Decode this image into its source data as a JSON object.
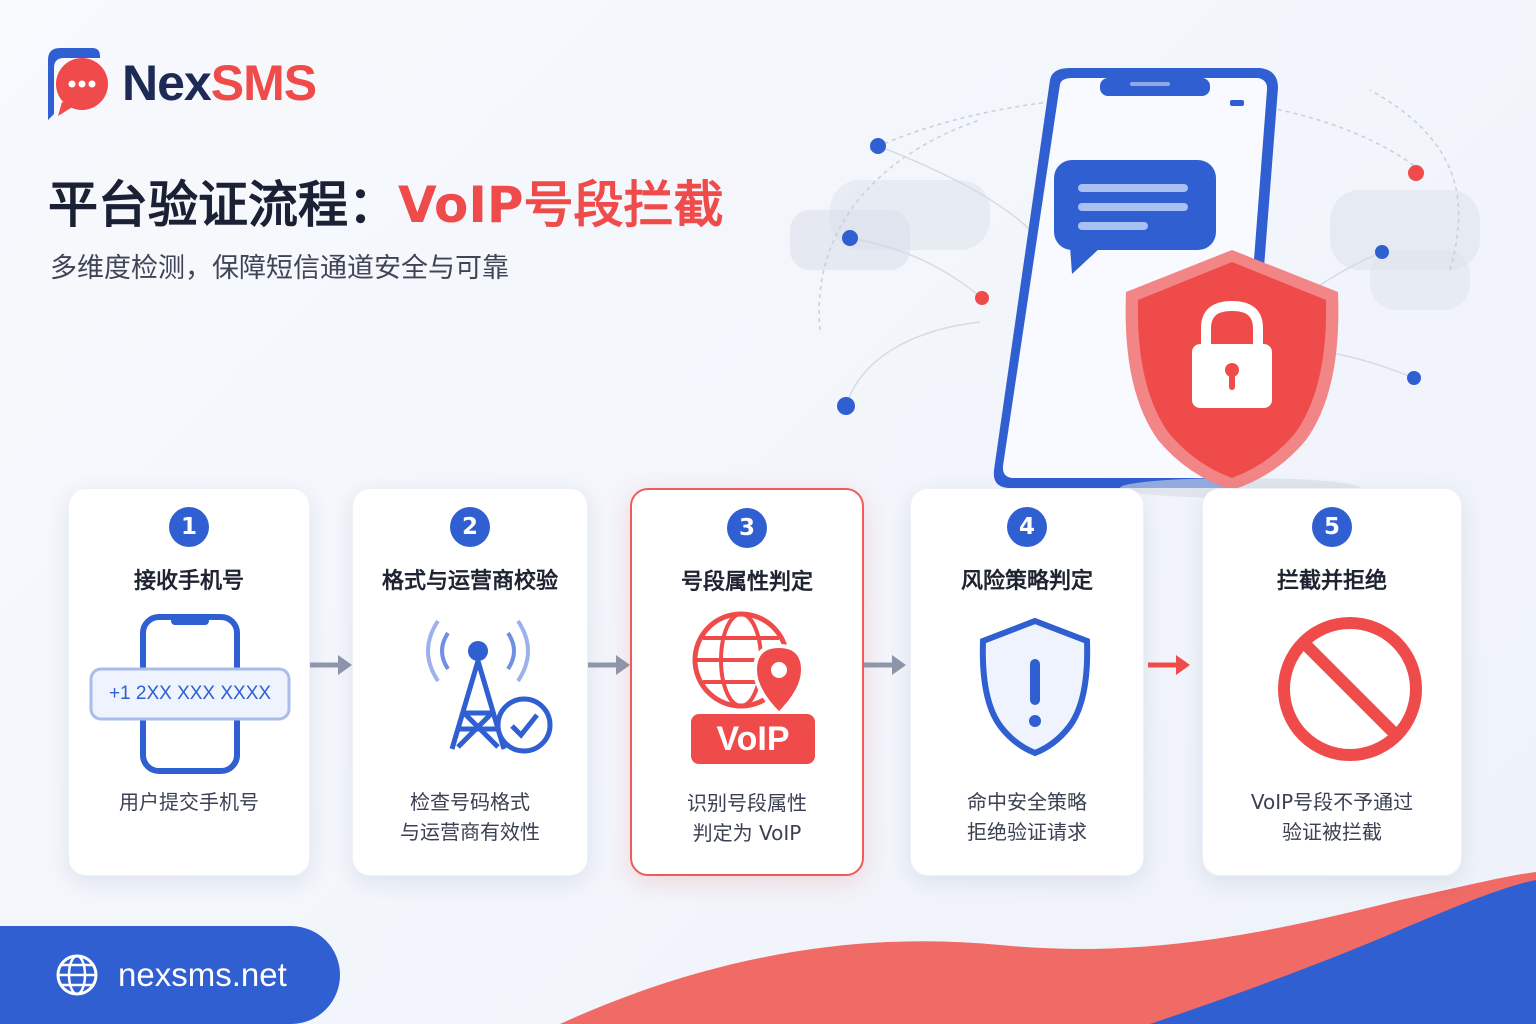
{
  "brand": {
    "name_part1": "Nex",
    "name_part2": "SMS"
  },
  "header": {
    "title_main": "平台验证流程：",
    "title_accent": "VoIP号段拦截",
    "subtitle": "多维度检测，保障短信通道安全与可靠"
  },
  "colors": {
    "primary_blue": "#2f5fd1",
    "accent_red": "#ef4b4b",
    "navy": "#1d2a55"
  },
  "steps": [
    {
      "number": "1",
      "title": "接收手机号",
      "icon": "phone-number-icon",
      "phone_text": "+1 2XX XXX XXXX",
      "desc": [
        "用户提交手机号"
      ]
    },
    {
      "number": "2",
      "title": "格式与运营商校验",
      "icon": "cell-tower-check-icon",
      "desc": [
        "检查号码格式",
        "与运营商有效性"
      ]
    },
    {
      "number": "3",
      "title": "号段属性判定",
      "icon": "globe-location-icon",
      "voip_label": "VoIP",
      "desc": [
        "识别号段属性",
        "判定为 VoIP"
      ]
    },
    {
      "number": "4",
      "title": "风险策略判定",
      "icon": "shield-alert-icon",
      "desc": [
        "命中安全策略",
        "拒绝验证请求"
      ]
    },
    {
      "number": "5",
      "title": "拦截并拒绝",
      "icon": "prohibited-icon",
      "desc": [
        "VoIP号段不予通过",
        "验证被拦截"
      ]
    }
  ],
  "footer": {
    "website": "nexsms.net",
    "icon": "globe-icon"
  }
}
